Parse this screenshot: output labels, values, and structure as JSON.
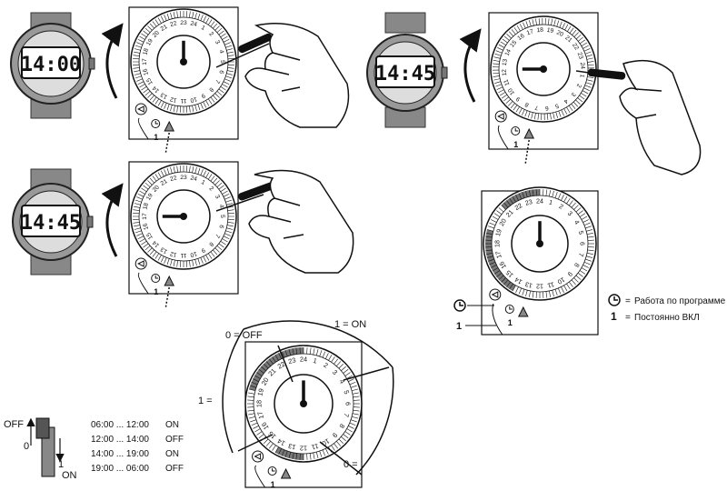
{
  "watches": [
    {
      "time": "14:00"
    },
    {
      "time": "14:45"
    },
    {
      "time": "14:45"
    }
  ],
  "dial_numbers": [
    "1",
    "2",
    "3",
    "4",
    "5",
    "6",
    "7",
    "8",
    "9",
    "10",
    "11",
    "12",
    "13",
    "14",
    "15",
    "16",
    "17",
    "18",
    "19",
    "20",
    "21",
    "22",
    "23",
    "24"
  ],
  "mode_symbol": "1",
  "legend": {
    "program_label": "Работа по программе",
    "always_on_label": "Постоянно ВКЛ",
    "number_symbol": "1",
    "equals": "="
  },
  "side_labels": {
    "program": "",
    "always_on": "1"
  },
  "switch": {
    "off_label": "OFF",
    "on_label": "ON",
    "zero_label": "0",
    "one_label": "1"
  },
  "schedule": [
    {
      "time": "06:00 ... 12:00",
      "state": "ON"
    },
    {
      "time": "12:00 ... 14:00",
      "state": "OFF"
    },
    {
      "time": "14:00 ... 19:00",
      "state": "ON"
    },
    {
      "time": "19:00 ... 06:00",
      "state": "OFF"
    }
  ],
  "arc_labels": {
    "top_off": "0 = OFF",
    "top_on": "1 = ON",
    "left": "1 =",
    "bottom_right": "0 ="
  }
}
